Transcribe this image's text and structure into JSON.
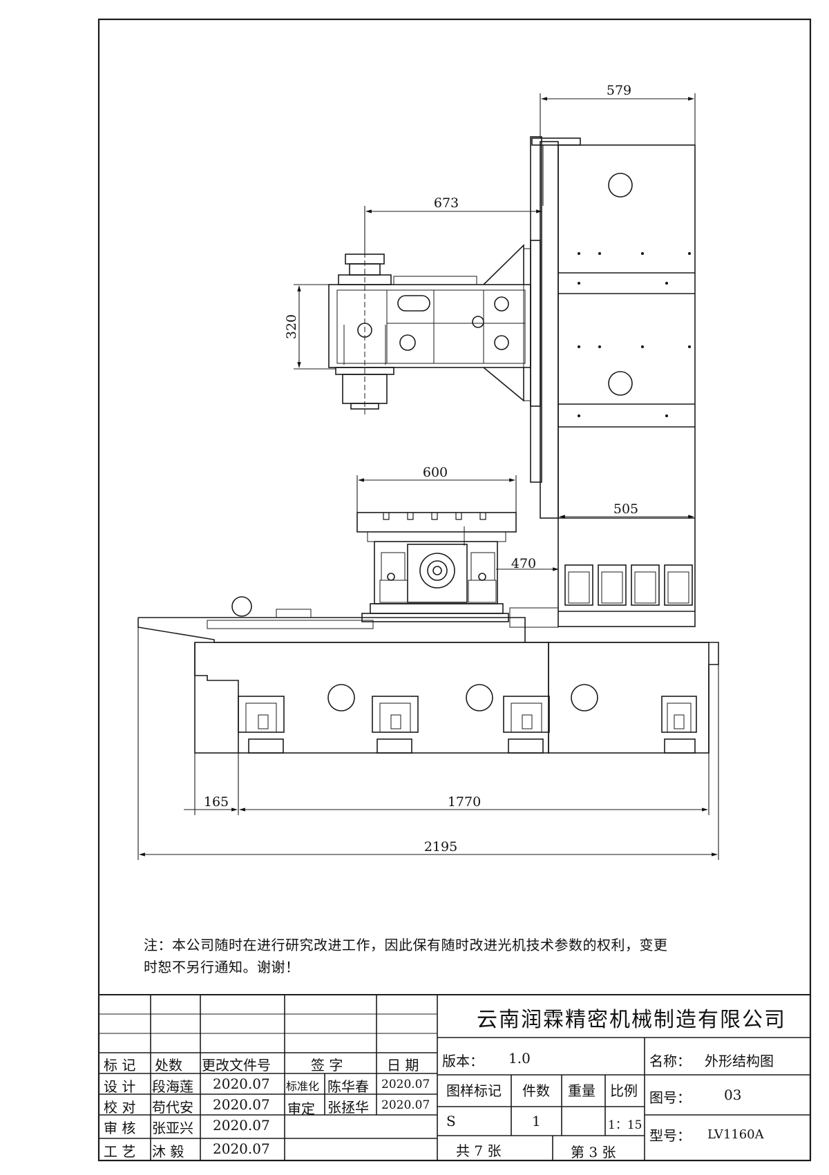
{
  "drawing": {
    "dimensions": {
      "column_width": "579",
      "spindle_offset": "673",
      "head_height": "320",
      "table_length": "600",
      "table_y_travel": "470",
      "column_depth": "505",
      "base_offset": "165",
      "base_length": "1770",
      "overall_length": "2195"
    }
  },
  "note": {
    "line1": "注：本公司随时在进行研究改进工作，因此保有随时改进光机技术参数的权利，变更",
    "line2": "时恕不另行通知。谢谢！"
  },
  "title_block": {
    "company": "云南润霖精密机械制造有限公司",
    "headers": {
      "mark": "标 记",
      "count": "处数",
      "change_doc": "更改文件号",
      "signature": "签 字",
      "date": "日 期"
    },
    "rows": [
      {
        "role": "设 计",
        "name": "段海莲",
        "date": "2020.07",
        "role2": "标准化",
        "name2": "陈华春",
        "date2": "2020.07"
      },
      {
        "role": "校 对",
        "name": "苟代安",
        "date": "2020.07",
        "role2": "审定",
        "name2": "张拯华",
        "date2": "2020.07"
      },
      {
        "role": "审 核",
        "name": "张亚兴",
        "date": "2020.07"
      },
      {
        "role": "工 艺",
        "name": "沐 毅",
        "date": "2020.07"
      }
    ],
    "version_label": "版本：",
    "version": "1.0",
    "pattern_mark_label": "图样标记",
    "quantity_label": "件数",
    "weight_label": "重量",
    "scale_label": "比例",
    "pattern_mark": "S",
    "quantity": "1",
    "scale": "1：15",
    "total_sheets": "共 7 张",
    "sheet_no": "第 3 张",
    "name_label": "名称：",
    "name": "外形结构图",
    "drawing_no_label": "图号：",
    "drawing_no": "03",
    "model_label": "型号：",
    "model": "LV1160A"
  }
}
